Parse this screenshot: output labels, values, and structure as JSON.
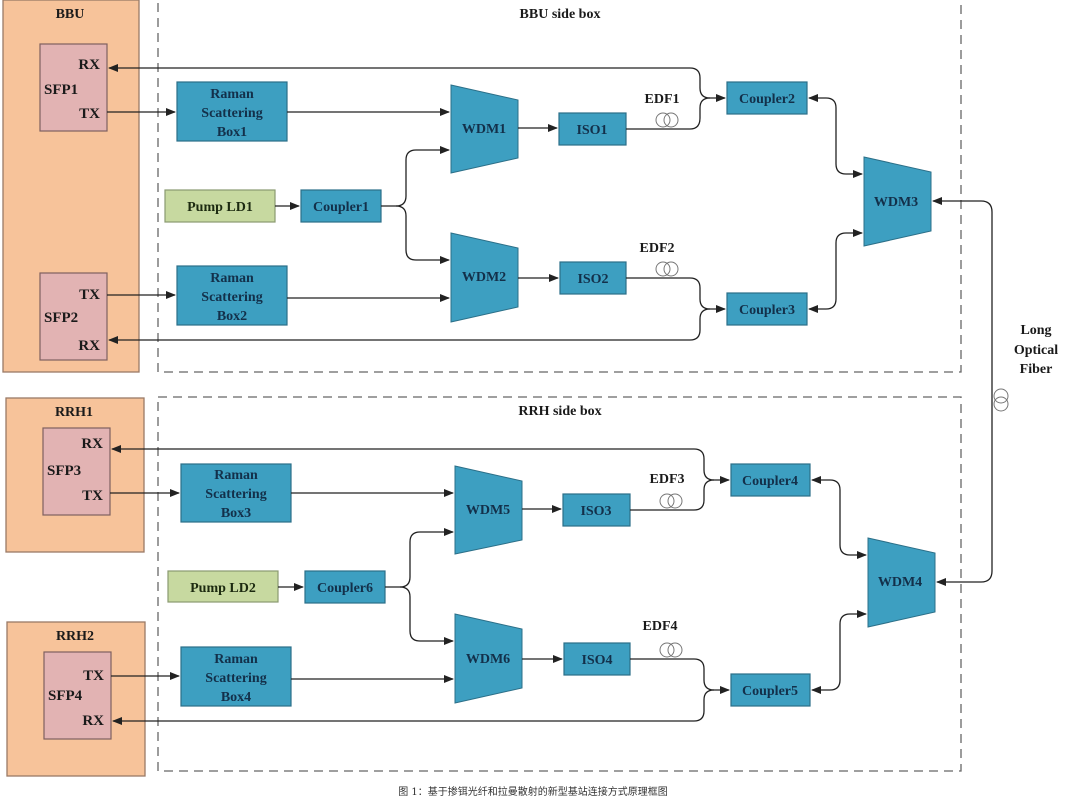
{
  "colors": {
    "unit_fill": "#f7c39a",
    "unit_stroke": "#9a7a66",
    "sfp_fill": "#e2b3b3",
    "sfp_stroke": "#7f6060",
    "block_fill": "#3d9fc1",
    "block_stroke": "#2b6f88",
    "pump_fill": "#c7d9a0",
    "pump_stroke": "#8a9a70",
    "line": "#222222",
    "dash": "#666666"
  },
  "groups": {
    "bbu_box": "BBU side box",
    "rrh_box": "RRH side box"
  },
  "units": {
    "bbu": "BBU",
    "rrh1": "RRH1",
    "rrh2": "RRH2"
  },
  "sfps": [
    {
      "name": "SFP1",
      "top_port": "RX",
      "bottom_port": "TX"
    },
    {
      "name": "SFP2",
      "top_port": "TX",
      "bottom_port": "RX"
    },
    {
      "name": "SFP3",
      "top_port": "RX",
      "bottom_port": "TX"
    },
    {
      "name": "SFP4",
      "top_port": "TX",
      "bottom_port": "RX"
    }
  ],
  "raman": [
    {
      "l1": "Raman",
      "l2": "Scattering",
      "l3": "Box1"
    },
    {
      "l1": "Raman",
      "l2": "Scattering",
      "l3": "Box2"
    },
    {
      "l1": "Raman",
      "l2": "Scattering",
      "l3": "Box3"
    },
    {
      "l1": "Raman",
      "l2": "Scattering",
      "l3": "Box4"
    }
  ],
  "pumps": [
    "Pump LD1",
    "Pump LD2"
  ],
  "couplers": {
    "c1": "Coupler1",
    "c2": "Coupler2",
    "c3": "Coupler3",
    "c4": "Coupler4",
    "c5": "Coupler5",
    "c6": "Coupler6"
  },
  "wdms": {
    "w1": "WDM1",
    "w2": "WDM2",
    "w3": "WDM3",
    "w4": "WDM4",
    "w5": "WDM5",
    "w6": "WDM6"
  },
  "isos": {
    "i1": "ISO1",
    "i2": "ISO2",
    "i3": "ISO3",
    "i4": "ISO4"
  },
  "edfs": {
    "e1": "EDF1",
    "e2": "EDF2",
    "e3": "EDF3",
    "e4": "EDF4"
  },
  "fiber": {
    "l1": "Long",
    "l2": "Optical",
    "l3": "Fiber"
  },
  "caption": "图 1：基于掺铒光纤和拉曼散射的新型基站连接方式原理框图"
}
